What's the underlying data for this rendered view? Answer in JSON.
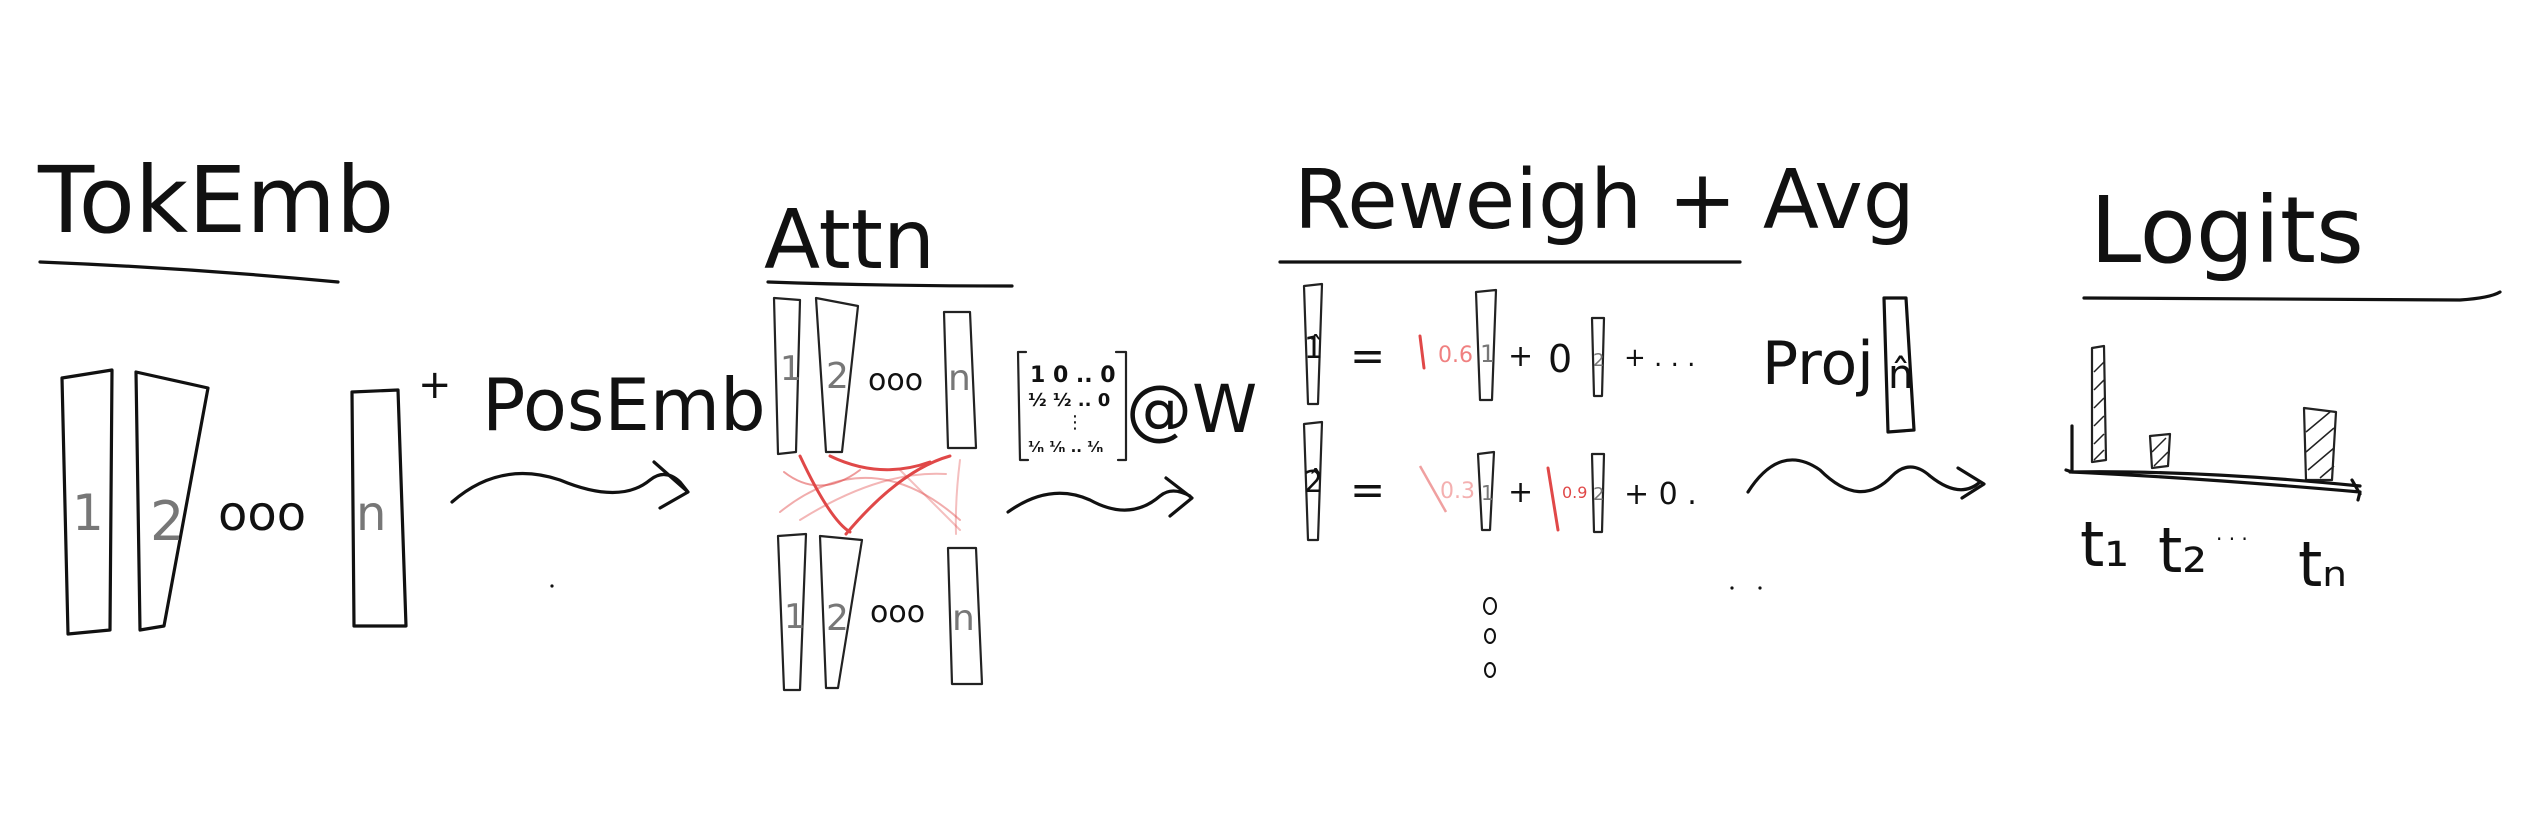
{
  "sections": {
    "tok_emb": {
      "title": "TokEmb",
      "tokens": [
        "1",
        "2",
        "n"
      ],
      "ellipsis": "ooo",
      "plus": "+",
      "pos_emb": "PosEmb"
    },
    "attn": {
      "title": "Attn",
      "tokens": [
        "1",
        "2",
        "n"
      ],
      "ellipsis": "ooo",
      "matrix_rows": [
        "1 0 .. 0",
        "½ ½ .. 0",
        "⋮",
        "⅟ₙ ⅟ₙ .. ⅟ₙ"
      ],
      "at_w": "@W"
    },
    "reweigh": {
      "title": "Reweigh + Avg",
      "row1": {
        "lhs": "1̂",
        "eq": "=",
        "w1": "0.6",
        "v1": "1",
        "plus": "+",
        "w2": "0",
        "v2": "2",
        "dots": "+ . . ."
      },
      "row2": {
        "lhs": "2̂",
        "eq": "=",
        "w1": "0.3",
        "v1": "1",
        "plus": "+",
        "w2": "0.9",
        "v2": "2",
        "dots": "+ 0 ."
      },
      "vdots": "o\no\no",
      "proj": "Proj",
      "out": "n̂"
    },
    "logits": {
      "title": "Logits",
      "labels": [
        "t₁",
        "t₂",
        "· · ·",
        "tₙ"
      ]
    }
  },
  "colors": {
    "ink": "#111111",
    "attention": "#e04848",
    "grey": "#777777"
  }
}
